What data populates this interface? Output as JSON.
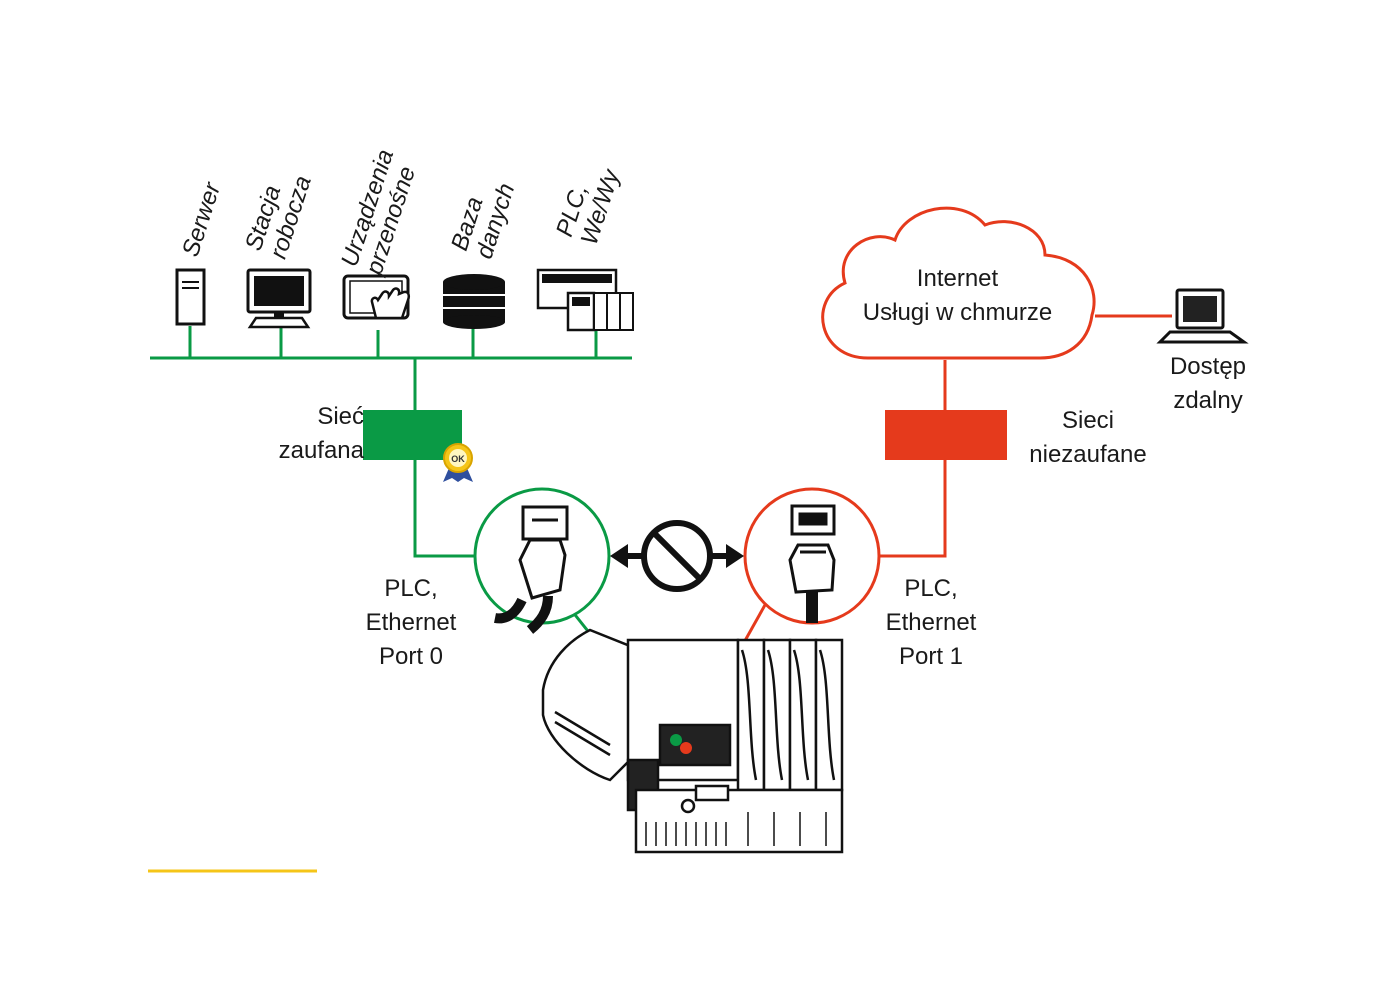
{
  "devices": [
    {
      "lines": [
        "Serwer"
      ],
      "icon": "server-icon"
    },
    {
      "lines": [
        "Stacja",
        "robocza"
      ],
      "icon": "workstation-icon"
    },
    {
      "lines": [
        "Urządzenia",
        "przenośne"
      ],
      "icon": "tablet-icon"
    },
    {
      "lines": [
        "Baza",
        "danych"
      ],
      "icon": "database-icon"
    },
    {
      "lines": [
        "PLC,",
        "We/Wy"
      ],
      "icon": "plc-io-icon"
    }
  ],
  "trusted": {
    "line1": "Sieć",
    "line2": "zaufana",
    "badge": "OK",
    "color": "#0a9a45"
  },
  "untrusted": {
    "line1": "Sieci",
    "line2": "niezaufane",
    "color": "#e53a1c"
  },
  "cloud": {
    "line1": "Internet",
    "line2": "Usługi w chmurze"
  },
  "remote": {
    "line1": "Dostęp",
    "line2": "zdalny",
    "icon": "laptop-icon"
  },
  "port0": {
    "line1": "PLC,",
    "line2": "Ethernet",
    "line3": "Port 0"
  },
  "port1": {
    "line1": "PLC,",
    "line2": "Ethernet",
    "line3": "Port 1"
  },
  "blocked_icon": "no-entry-icon",
  "accent": "#f5c518"
}
